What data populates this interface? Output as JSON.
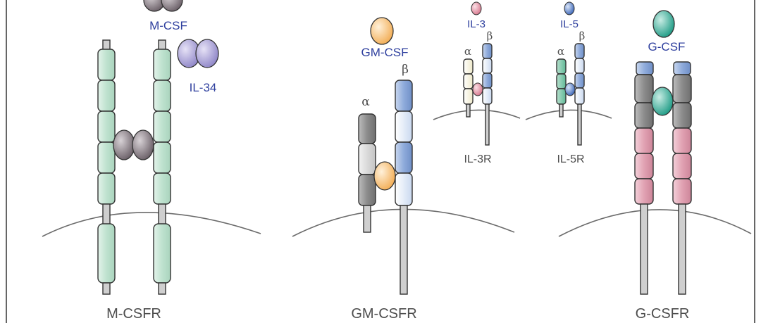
{
  "panels": {
    "mcsf": {
      "receptor_label": "M-CSFR",
      "ligand1": "M-CSF",
      "ligand2": "IL-34"
    },
    "gmcsf": {
      "receptor_label": "GM-CSFR",
      "ligand": "GM-CSF",
      "alpha": "α",
      "beta": "β"
    },
    "il3": {
      "receptor_label": "IL-3R",
      "ligand": "IL-3",
      "alpha": "α",
      "beta": "β"
    },
    "il5": {
      "receptor_label": "IL-5R",
      "ligand": "IL-5",
      "alpha": "α",
      "beta": "β"
    },
    "gcsf": {
      "receptor_label": "G-CSFR",
      "ligand": "G-CSF"
    }
  },
  "colors": {
    "csf1r_green": "#cfe9da",
    "grey_dark": "#8f8f8f",
    "grey_light": "#d9d9d9",
    "blue": "#8aa6d8",
    "blue_light": "#dde8f7",
    "pink": "#e5a9b8",
    "teal": "#45b6a2",
    "orange": "#f7c98a",
    "purple": "#b0a9d9",
    "mauve": "#8b8189",
    "il3_pink": "#e89aaa",
    "il5_blue": "#4c7cc7",
    "cream": "#f7f3dc"
  }
}
